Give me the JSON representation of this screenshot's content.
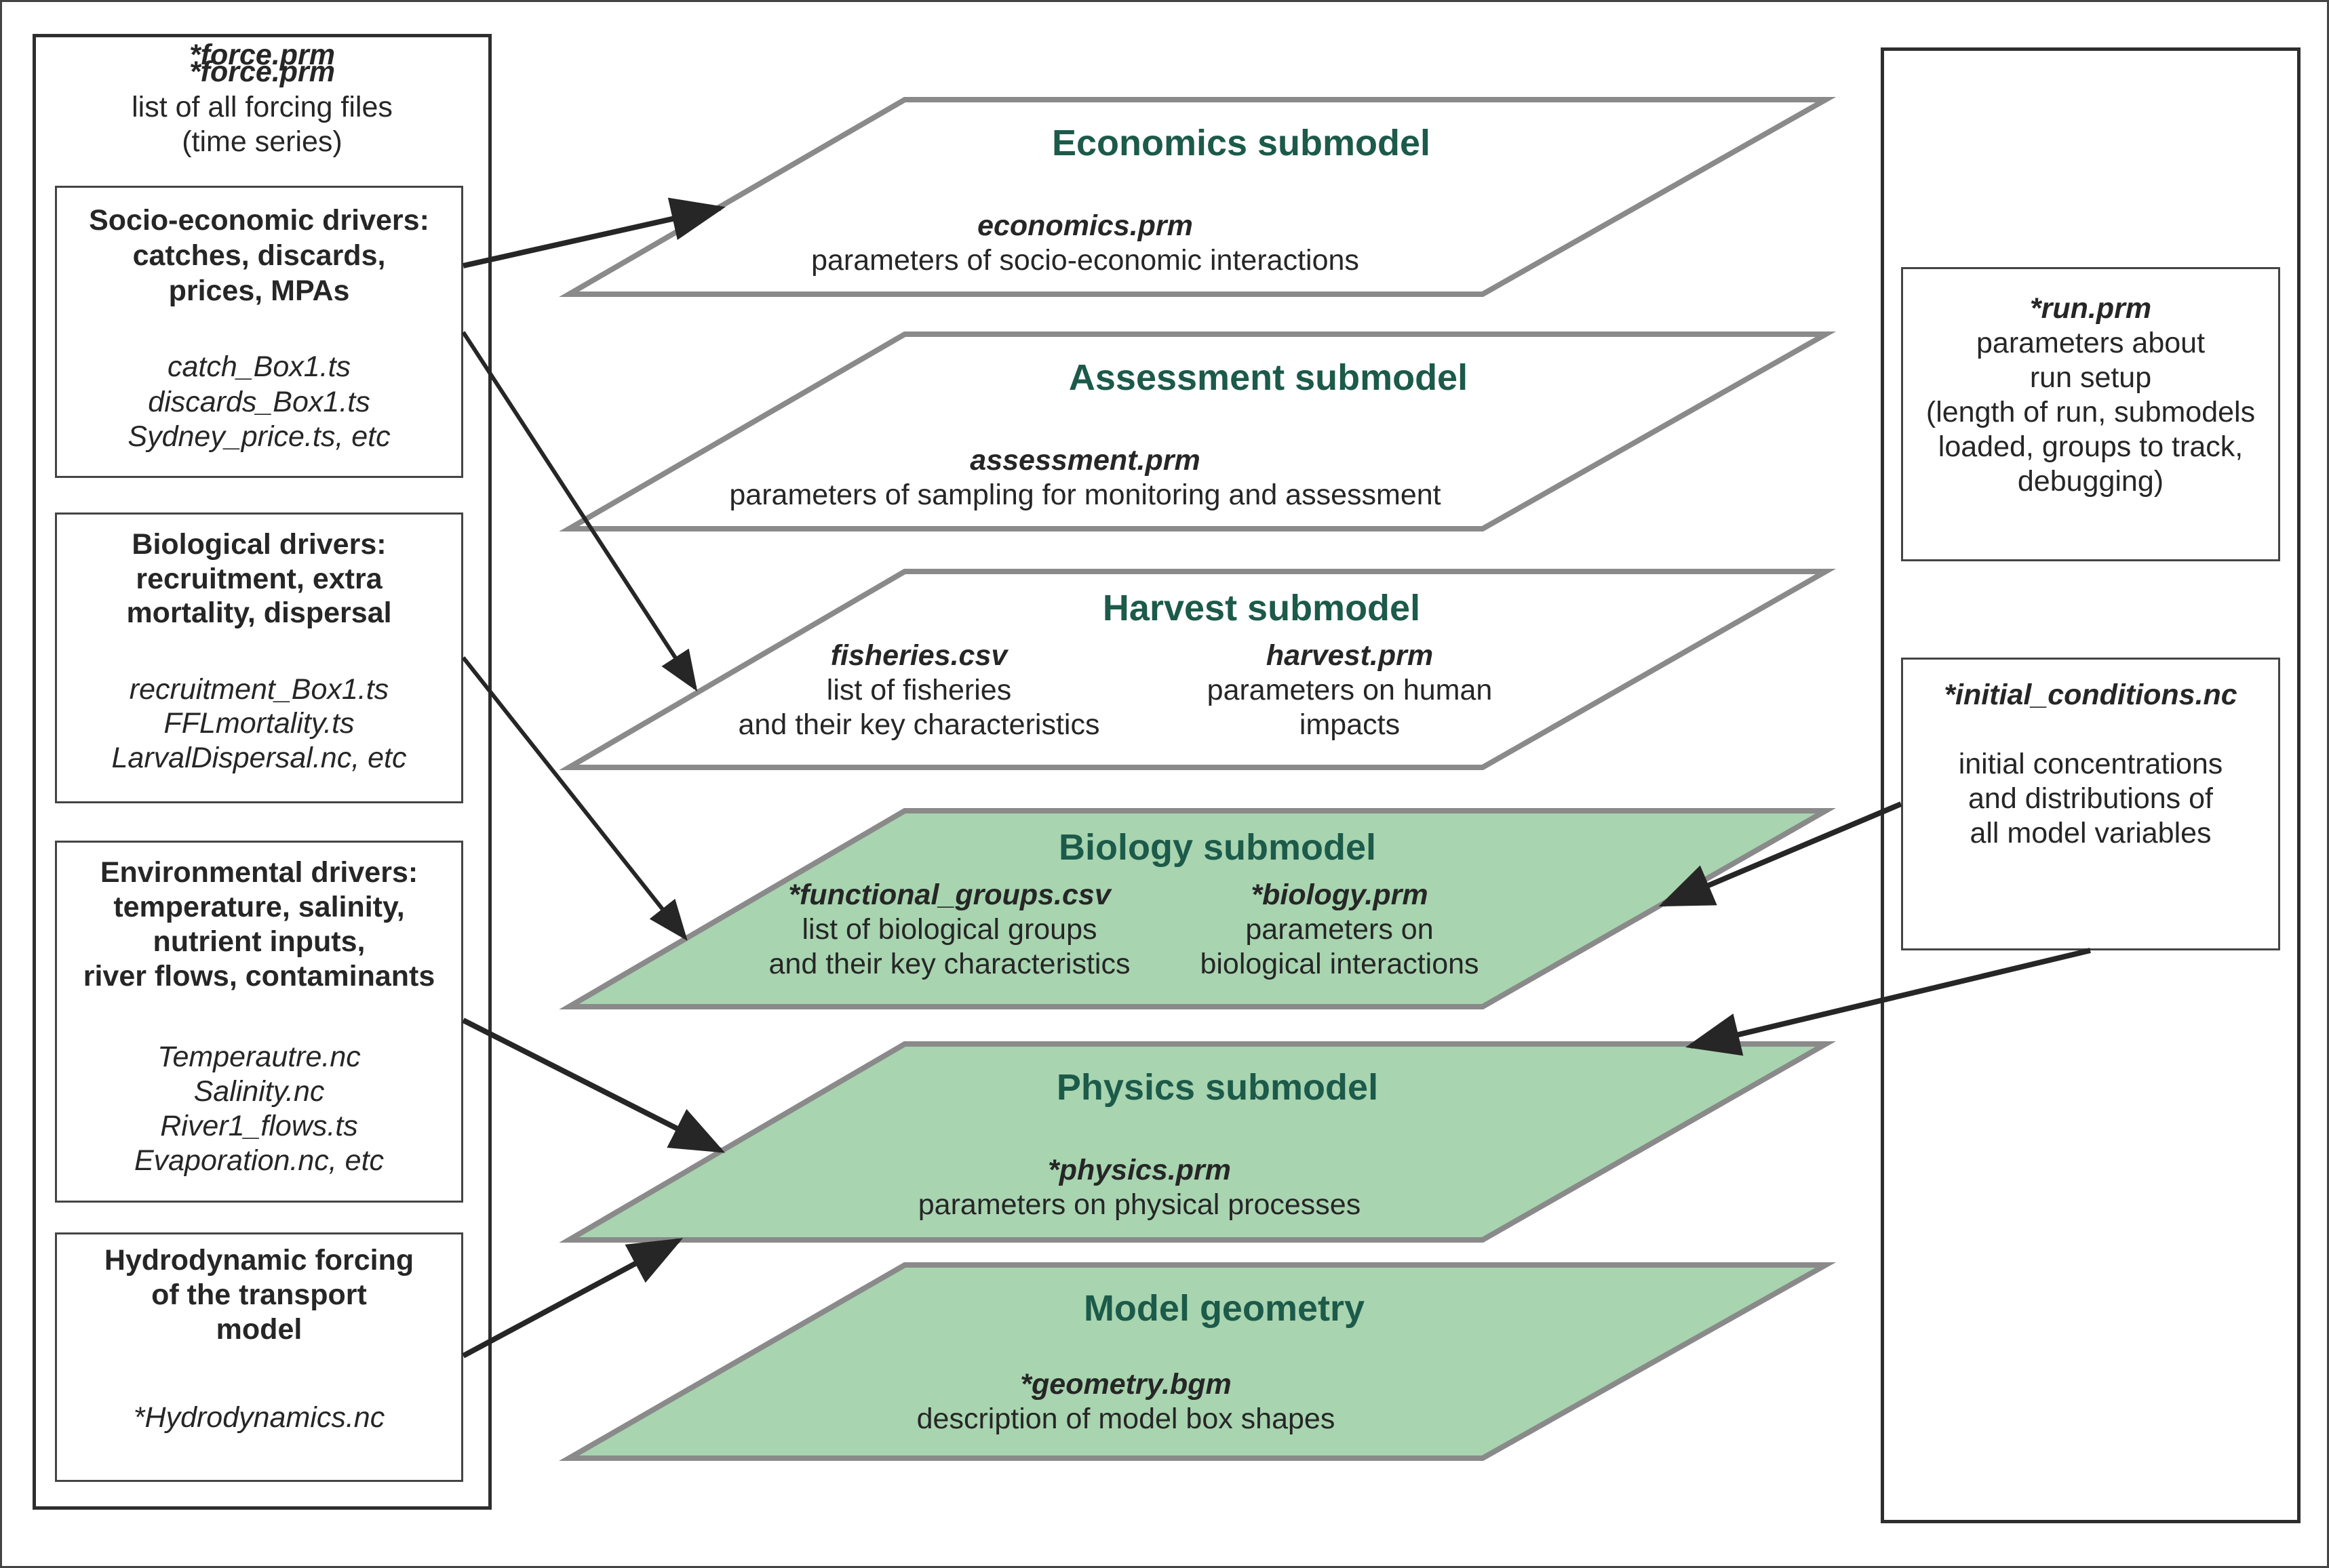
{
  "colors": {
    "green_fill": "#a8d4b0",
    "white_fill": "#ffffff",
    "border_gray": "#8a8a8a",
    "title_green": "#1c5a4a",
    "arrow": "#262626"
  },
  "left_panel": {
    "file": "*force.prm",
    "desc": [
      "list of all forcing files",
      "(time series)"
    ],
    "boxes": [
      {
        "heading": [
          "Socio-economic drivers:",
          "catches, discards,",
          "prices, MPAs"
        ],
        "files": [
          "catch_Box1.ts",
          "discards_Box1.ts",
          "Sydney_price.ts, etc"
        ]
      },
      {
        "heading": [
          "Biological drivers:",
          "recruitment, extra",
          "mortality, dispersal"
        ],
        "files": [
          "recruitment_Box1.ts",
          "FFLmortality.ts",
          "LarvalDispersal.nc, etc"
        ]
      },
      {
        "heading": [
          "Environmental drivers:",
          "temperature, salinity,",
          "nutrient inputs,",
          "river flows, contaminants"
        ],
        "files": [
          "Temperautre.nc",
          "Salinity.nc",
          "River1_flows.ts",
          "Evaporation.nc, etc"
        ]
      },
      {
        "heading": [
          "Hydrodynamic forcing",
          "of the transport",
          "model"
        ],
        "files": [
          "*Hydrodynamics.nc"
        ]
      }
    ]
  },
  "right_panel": {
    "run": {
      "file": "*run.prm",
      "desc": [
        "parameters about",
        "run setup",
        "(length of run, submodels",
        "loaded, groups to track,",
        "debugging)"
      ]
    },
    "initial": {
      "file": "*initial_conditions.nc",
      "desc": [
        "initial concentrations",
        "and distributions of",
        "all model variables"
      ]
    }
  },
  "submodels": [
    {
      "title": "Economics submodel",
      "filled": false,
      "columns": [
        {
          "file": "economics.prm",
          "desc": [
            "parameters of socio-economic interactions"
          ]
        }
      ]
    },
    {
      "title": "Assessment submodel",
      "filled": false,
      "columns": [
        {
          "file": "assessment.prm",
          "desc": [
            "parameters of sampling for monitoring and assessment"
          ]
        }
      ]
    },
    {
      "title": "Harvest submodel",
      "filled": false,
      "columns": [
        {
          "file": "fisheries.csv",
          "desc": [
            "list of fisheries",
            "and their key characteristics"
          ]
        },
        {
          "file": "harvest.prm",
          "desc": [
            "parameters on human",
            "impacts"
          ]
        }
      ]
    },
    {
      "title": "Biology submodel",
      "filled": true,
      "columns": [
        {
          "file": "*functional_groups.csv",
          "desc": [
            "list of biological groups",
            "and their key characteristics"
          ]
        },
        {
          "file": "*biology.prm",
          "desc": [
            "parameters on",
            "biological interactions"
          ]
        }
      ]
    },
    {
      "title": "Physics submodel",
      "filled": true,
      "columns": [
        {
          "file": "*physics.prm",
          "desc": [
            "parameters on physical processes"
          ]
        }
      ]
    },
    {
      "title": "Model geometry",
      "filled": true,
      "columns": [
        {
          "file": "*geometry.bgm",
          "desc": [
            "description of model box shapes"
          ]
        }
      ]
    }
  ],
  "connections": [
    {
      "from": "Socio-economic drivers",
      "to": "Economics submodel"
    },
    {
      "from": "Socio-economic drivers",
      "to": "Harvest submodel"
    },
    {
      "from": "Biological drivers",
      "to": "Biology submodel"
    },
    {
      "from": "Environmental drivers",
      "to": "Physics submodel"
    },
    {
      "from": "Hydrodynamic forcing",
      "to": "Physics submodel"
    },
    {
      "from": "*initial_conditions.nc",
      "to": "Biology submodel"
    },
    {
      "from": "*initial_conditions.nc",
      "to": "Physics submodel"
    }
  ]
}
